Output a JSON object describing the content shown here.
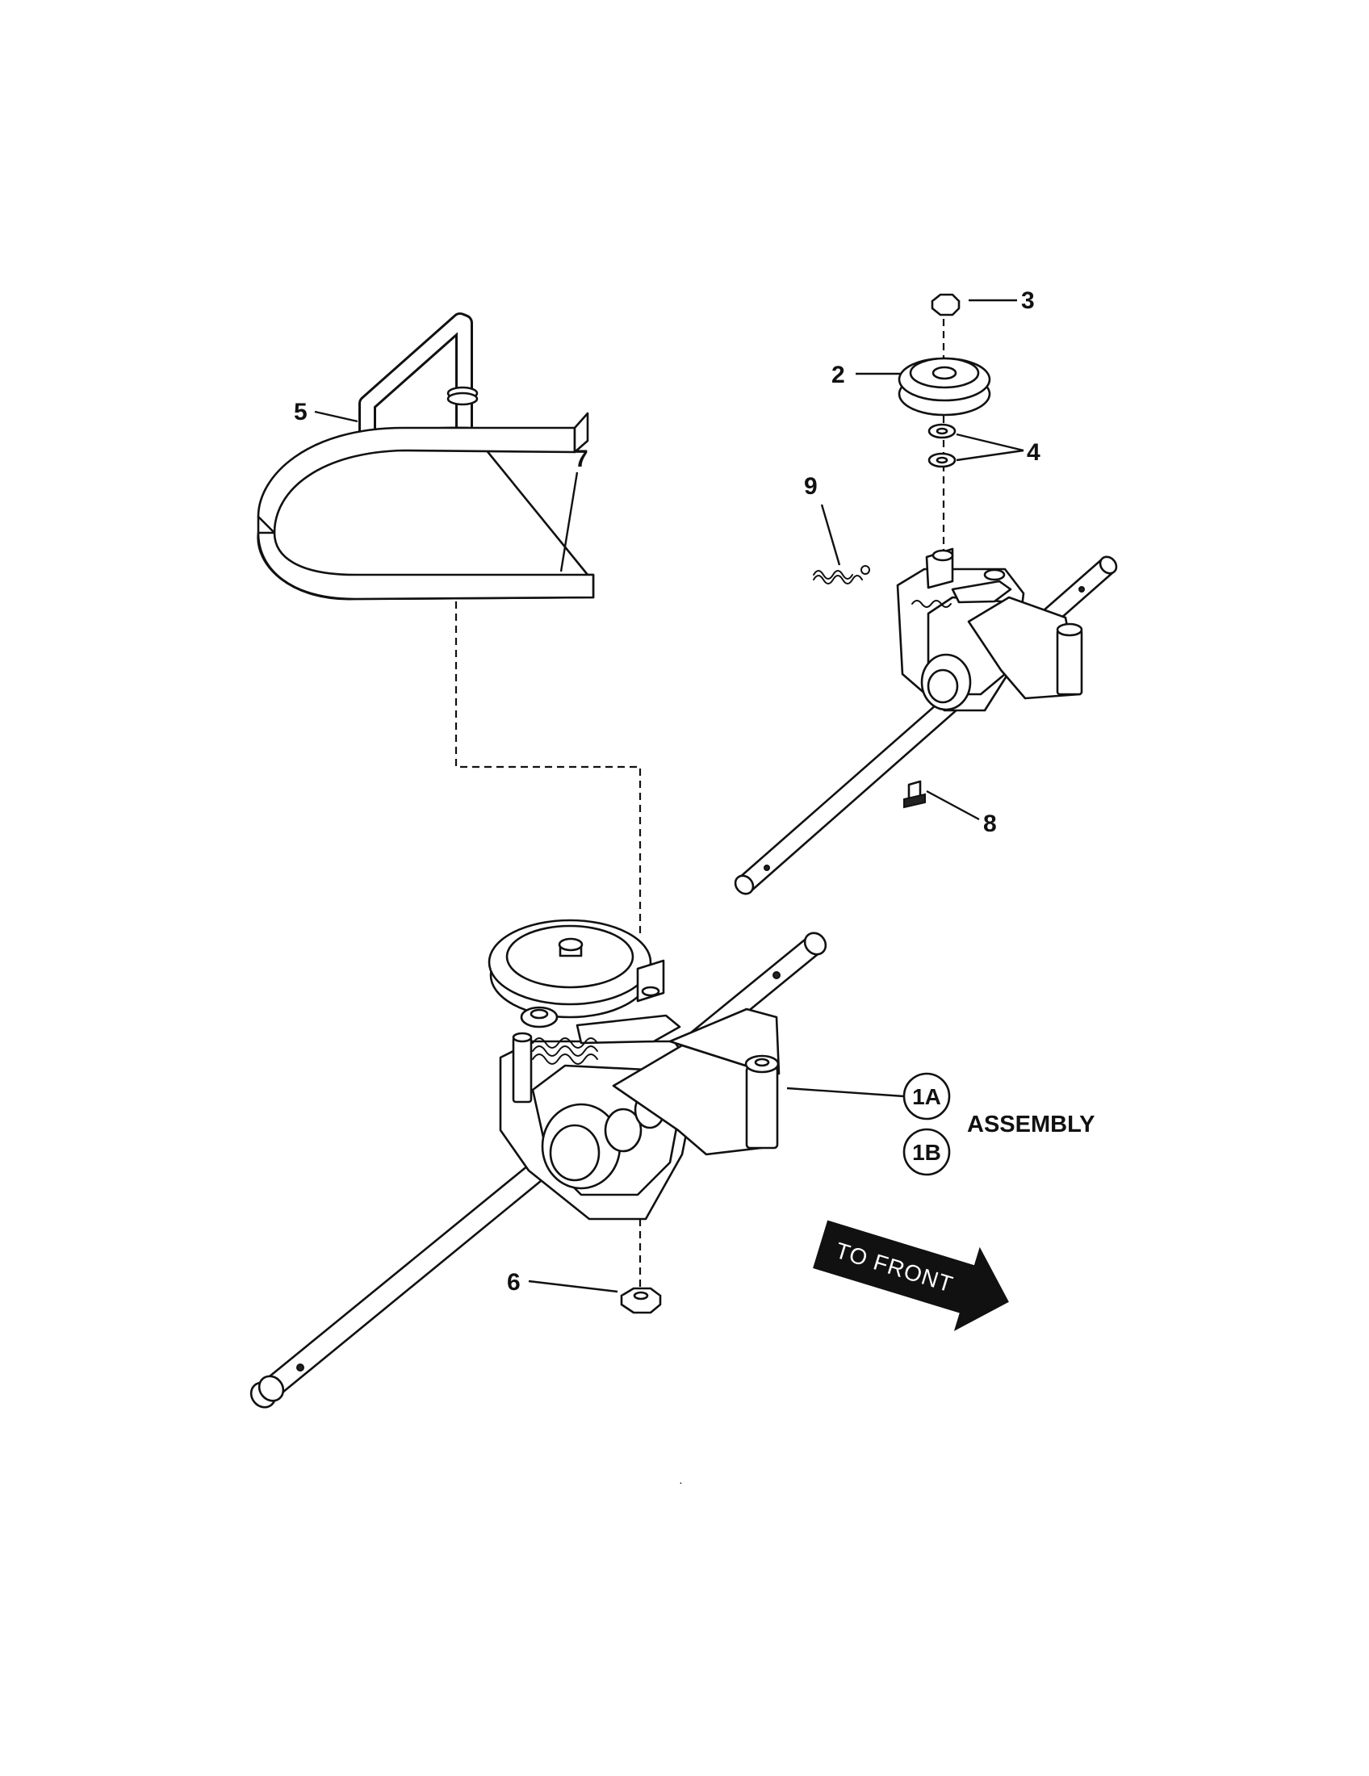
{
  "callouts": {
    "c1": "1A",
    "c2": "1B",
    "assembly": "ASSEMBLY",
    "p2": "2",
    "p3": "3",
    "p4": "4",
    "p5": "5",
    "p6": "6",
    "p7": "7",
    "p8": "8",
    "p9": "9"
  },
  "direction": {
    "label": "TO FRONT"
  },
  "footer": {
    "mark": "."
  }
}
